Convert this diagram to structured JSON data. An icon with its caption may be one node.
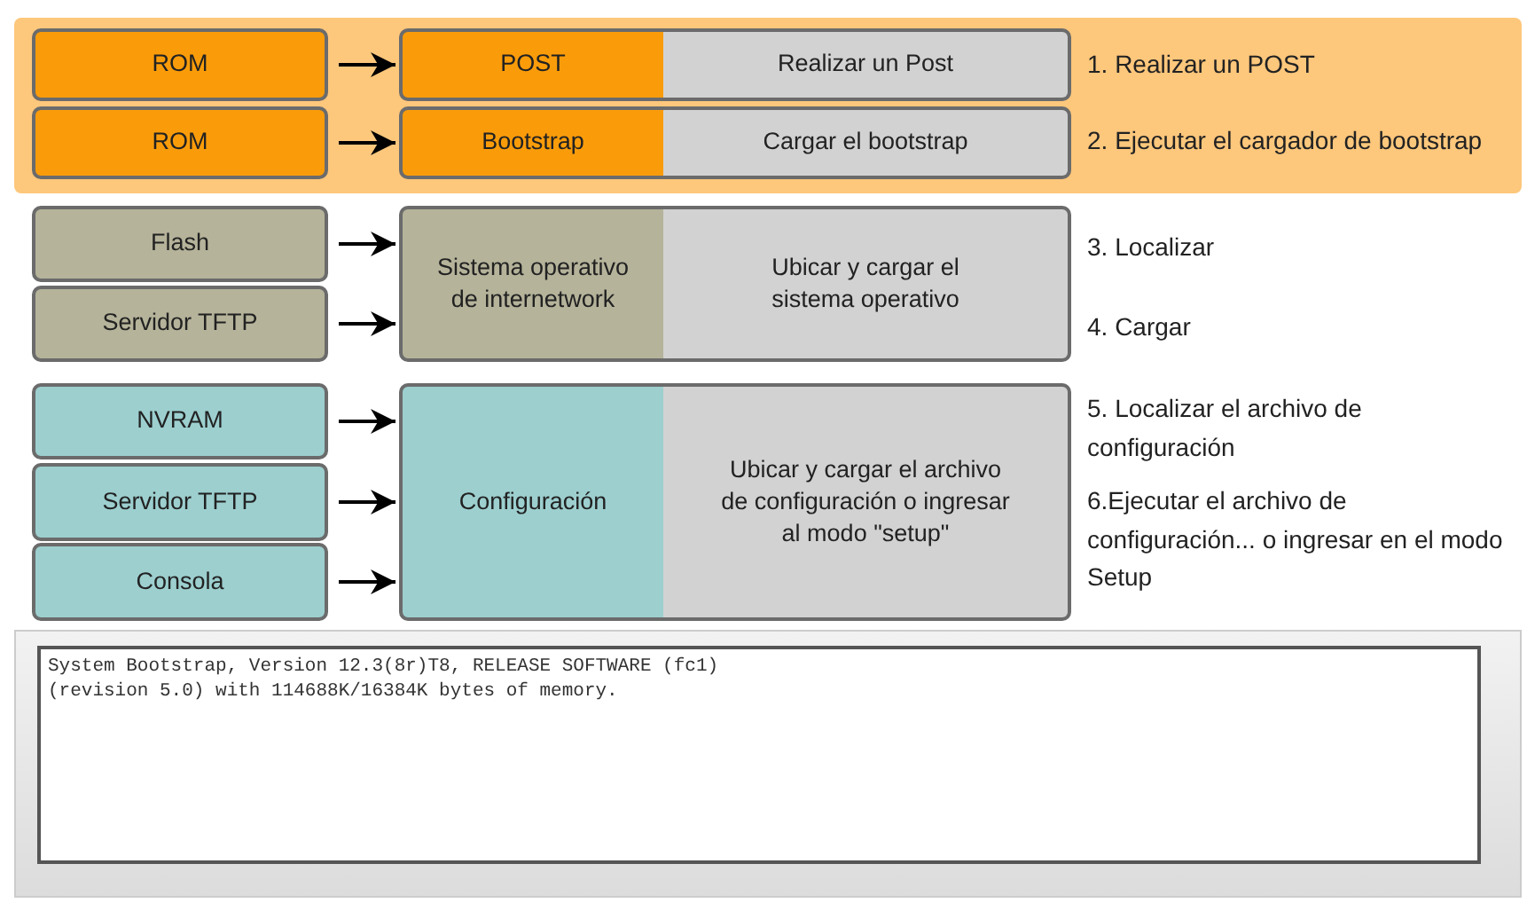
{
  "diagram": {
    "nodes": [
      {
        "text": [],
        "shape": "band"
      },
      {
        "text": [
          "ROM"
        ],
        "in": 0
      },
      {
        "text": [
          "POST"
        ],
        "in": 0
      },
      {
        "text": [
          "Realizar un Post"
        ],
        "in": 0
      },
      {
        "text": [
          "ROM"
        ],
        "in": 0
      },
      {
        "text": [
          "Bootstrap"
        ],
        "in": 0
      },
      {
        "text": [
          "Cargar el bootstrap"
        ],
        "in": 0
      },
      {
        "text": [
          "Flash"
        ]
      },
      {
        "text": [
          "Sistema operativo de internetwork"
        ]
      },
      {
        "text": [
          "Ubicar y cargar el sistema operativo"
        ]
      },
      {
        "text": [
          "Servidor TFTP"
        ]
      },
      {
        "text": [
          "NVRAM"
        ]
      },
      {
        "text": [
          "Configuración"
        ]
      },
      {
        "text": [
          "Ubicar y cargar el archivo de configuración o ingresar al modo \"setup\""
        ]
      },
      {
        "text": [
          "Servidor TFTP"
        ]
      },
      {
        "text": [
          "Consola"
        ]
      },
      {
        "text": [
          "System Bootstrap, Version 12.3(8r)T8, RELEASE SOFTWARE (fc1)",
          "(revision 5.0) with 114688K/16384K bytes of memory."
        ]
      }
    ],
    "edges": [
      {
        "from": 1,
        "to": 2,
        "arrow": "to"
      },
      {
        "from": 4,
        "to": 5,
        "arrow": "to"
      },
      {
        "from": 7,
        "to": 8,
        "arrow": "to"
      },
      {
        "from": 10,
        "to": 8,
        "arrow": "to"
      },
      {
        "from": 11,
        "to": 12,
        "arrow": "to"
      },
      {
        "from": 14,
        "to": 12,
        "arrow": "to"
      },
      {
        "from": 15,
        "to": 12,
        "arrow": "to"
      }
    ],
    "labels": [
      "1. Realizar un POST",
      "2. Ejecutar el cargador de bootstrap",
      "3. Localizar",
      "4. Cargar",
      "5. Localizar el archivo de configuración",
      "6.Ejecutar el archivo de configuración... o ingresar en el modo Setup"
    ]
  }
}
